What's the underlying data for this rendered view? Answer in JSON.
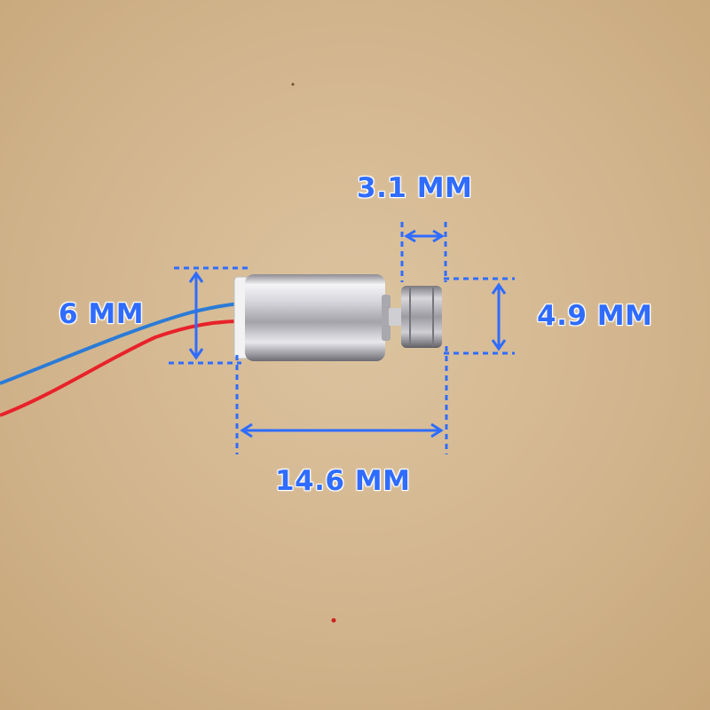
{
  "photo": {
    "subject": "coreless-vibration-motor",
    "colors": {
      "background": "#d2b58e",
      "annotation": "#2f6cff",
      "wire_red": "#e8222a",
      "wire_blue": "#2b7bd6",
      "motor_body": "#c9c9cf"
    }
  },
  "dimensions": {
    "length": "14.6 MM",
    "diameter": "6 MM",
    "weight_length": "3.1 MM",
    "weight_diameter": "4.9 MM"
  }
}
